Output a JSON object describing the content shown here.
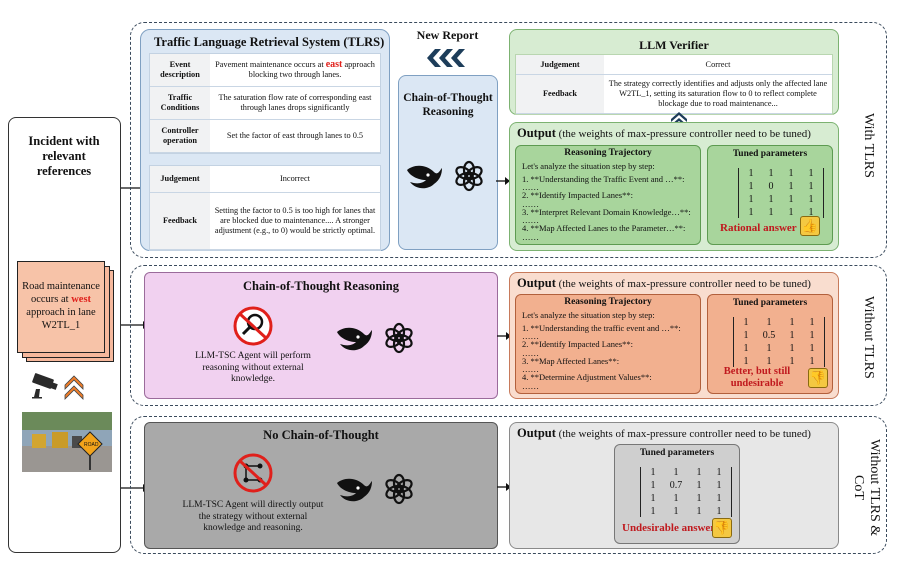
{
  "incident": {
    "title": "Incident with relevant references",
    "card_prefix": "Road maintenance occurs at ",
    "card_highlight": "west",
    "card_suffix": " approach in lane W2TL_1"
  },
  "tlrs": {
    "title": "Traffic Language Retrieval System (TLRS)",
    "rows": [
      {
        "label": "Event description",
        "value_prefix": "Pavement maintenance occurs at ",
        "value_highlight": "east",
        "value_suffix": " approach blocking two through lanes."
      },
      {
        "label": "Traffic Conditions",
        "value": "The saturation flow rate of corresponding east through lanes drops significantly"
      },
      {
        "label": "Controller operation",
        "value": "Set the factor of east through lanes to 0.5"
      }
    ],
    "judgement_label": "Judgement",
    "judgement_value": "Incorrect",
    "feedback_label": "Feedback",
    "feedback_value": "Setting the factor to 0.5 is too high for lanes that are blocked due to maintenance.... A stronger adjustment (e.g., to 0) would be strictly optimal."
  },
  "new_report": "New Report",
  "cot_box": {
    "title": "Chain-of-Thought Reasoning"
  },
  "verifier": {
    "title": "LLM Verifier",
    "judgement_label": "Judgement",
    "judgement_value": "Correct",
    "feedback_label": "Feedback",
    "feedback_value": "The strategy correctly identifies and adjusts only the affected lane W2TL_1, setting its saturation flow to 0 to reflect complete blockage due to road maintenance..."
  },
  "output_heading_bold": "Output",
  "output_heading_rest": " (the weights of max-pressure controller need to be tuned)",
  "reasoning_title": "Reasoning  Trajectory",
  "tuned_title": "Tuned parameters",
  "row1": {
    "label": "With TLRS",
    "intro": "Let's analyze the situation step by step:",
    "steps": [
      "1. **Understanding the Traffic Event and …**:",
      "2. **Identify Impacted Lanes**:",
      "3. **Interpret Relevant Domain Knowledge…**:",
      "4. **Map Affected Lanes to the Parameter…**:"
    ],
    "matrix": [
      [
        "1",
        "1",
        "1",
        "1"
      ],
      [
        "1",
        "0",
        "1",
        "1"
      ],
      [
        "1",
        "1",
        "1",
        "1"
      ],
      [
        "1",
        "1",
        "1",
        "1"
      ]
    ],
    "verdict": "Rational answer"
  },
  "row2": {
    "label": "Without TLRS",
    "panel_title": "Chain-of-Thought Reasoning",
    "panel_text": "LLM-TSC Agent will perform reasoning without external knowledge.",
    "intro": "Let's analyze the situation step by step:",
    "steps": [
      "1. **Understanding the traffic event and …**:",
      "2. **Identify Impacted Lanes**:",
      "3. **Map Affected Lanes**:",
      "4. **Determine Adjustment Values**:"
    ],
    "matrix": [
      [
        "1",
        "1",
        "1",
        "1"
      ],
      [
        "1",
        "0.5",
        "1",
        "1"
      ],
      [
        "1",
        "1",
        "1",
        "1"
      ],
      [
        "1",
        "1",
        "1",
        "1"
      ]
    ],
    "verdict": "Better, but still undesirable"
  },
  "row3": {
    "label": "Without TLRS & CoT",
    "panel_title": "No Chain-of-Thought",
    "panel_text": "LLM-TSC Agent will directly output the strategy without external knowledge and reasoning.",
    "matrix": [
      [
        "1",
        "1",
        "1",
        "1"
      ],
      [
        "1",
        "0.7",
        "1",
        "1"
      ],
      [
        "1",
        "1",
        "1",
        "1"
      ],
      [
        "1",
        "1",
        "1",
        "1"
      ]
    ],
    "verdict": "Undesirable answer"
  },
  "ellipsis": "……",
  "colors": {
    "highlight": "#e0201b",
    "verdict": "#c0191e"
  }
}
